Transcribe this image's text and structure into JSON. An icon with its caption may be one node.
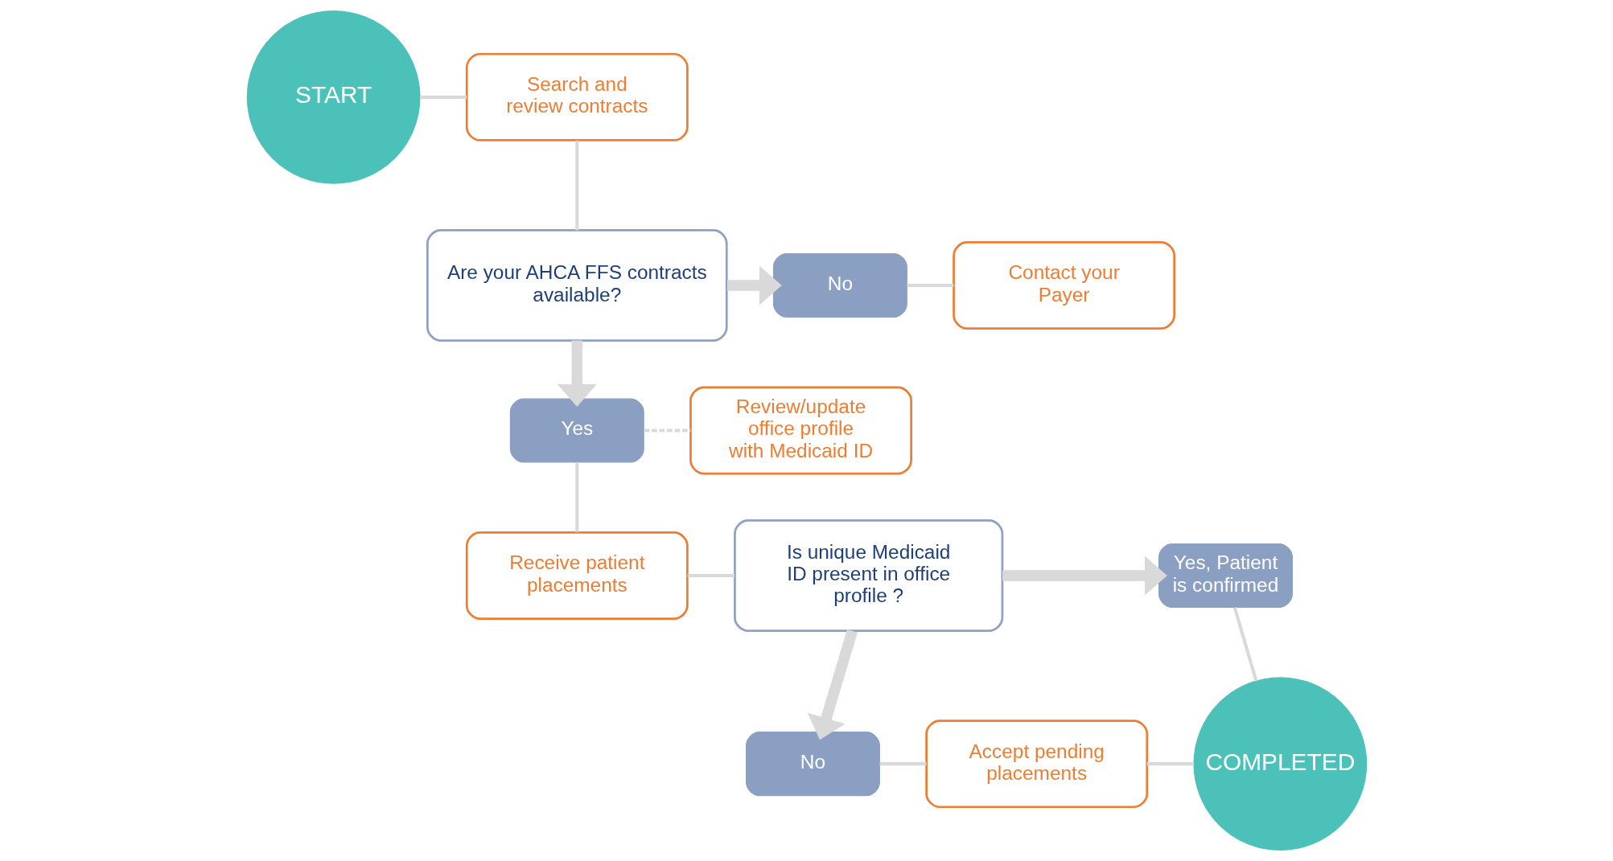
{
  "diagram": {
    "nodes": [
      {
        "text": [
          "START"
        ]
      },
      {
        "text": [
          "Search and review contracts"
        ]
      },
      {
        "text": [
          "Are your AHCA FFS contracts available?"
        ]
      },
      {
        "text": [
          "No"
        ]
      },
      {
        "text": [
          "Contact your Payer"
        ]
      },
      {
        "text": [
          "Review/update office profile with Medicaid ID"
        ]
      },
      {
        "text": [
          "Yes"
        ]
      },
      {
        "text": [
          "Receive patient placements"
        ]
      },
      {
        "text": [
          "Is unique Medicaid ID present in office profile ?"
        ]
      },
      {
        "text": [
          "Yes, Patient is confirmed"
        ]
      },
      {
        "text": [
          "COMPLETED"
        ]
      },
      {
        "text": [
          "No"
        ]
      },
      {
        "text": [
          "Accept pending placements"
        ]
      }
    ],
    "edges": [
      {
        "from": 0,
        "to": 1,
        "arrow": "none"
      },
      {
        "from": 1,
        "to": 2,
        "arrow": "none"
      },
      {
        "from": 2,
        "to": 3,
        "arrow": "to",
        "style": "thick"
      },
      {
        "from": 3,
        "to": 4,
        "arrow": "none"
      },
      {
        "from": 2,
        "to": 6,
        "arrow": "to",
        "style": "thick"
      },
      {
        "from": 6,
        "to": 5,
        "arrow": "none",
        "style": "dashed"
      },
      {
        "from": 6,
        "to": 7,
        "arrow": "none"
      },
      {
        "from": 7,
        "to": 8,
        "arrow": "none"
      },
      {
        "from": 8,
        "to": 9,
        "arrow": "to",
        "style": "thick"
      },
      {
        "from": 9,
        "to": 10,
        "arrow": "none"
      },
      {
        "from": 8,
        "to": 11,
        "arrow": "to",
        "style": "thick"
      },
      {
        "from": 11,
        "to": 12,
        "arrow": "none"
      },
      {
        "from": 12,
        "to": 10,
        "arrow": "none"
      }
    ]
  }
}
